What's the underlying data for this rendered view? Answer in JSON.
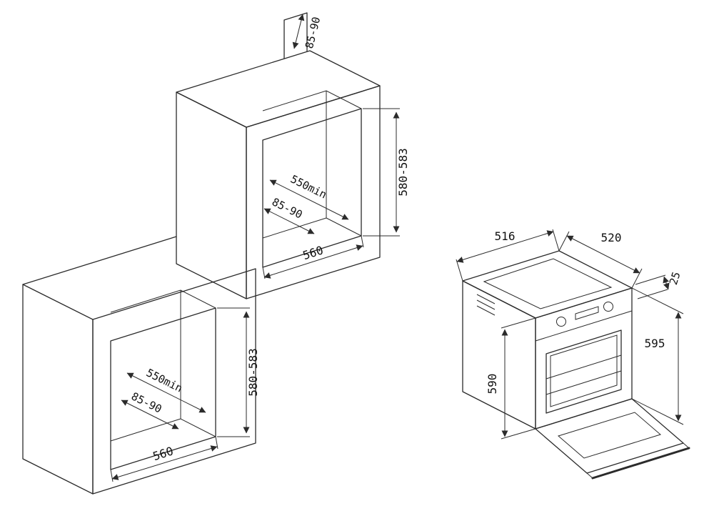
{
  "diagram": {
    "cabinet": {
      "top_vent_gap": "85-90",
      "upper_niche": {
        "height": "580-583",
        "depth": "550min",
        "vent_gap": "85-90",
        "width": "560"
      },
      "lower_niche": {
        "height": "580-583",
        "depth": "550min",
        "vent_gap": "85-90",
        "width": "560"
      }
    },
    "oven": {
      "top_left": "516",
      "top_right": "520",
      "overhang": "25",
      "height_front": "595",
      "height_side": "590"
    }
  },
  "colors": {
    "line": "#2b2b2b",
    "text": "#111111",
    "background": "#ffffff"
  }
}
